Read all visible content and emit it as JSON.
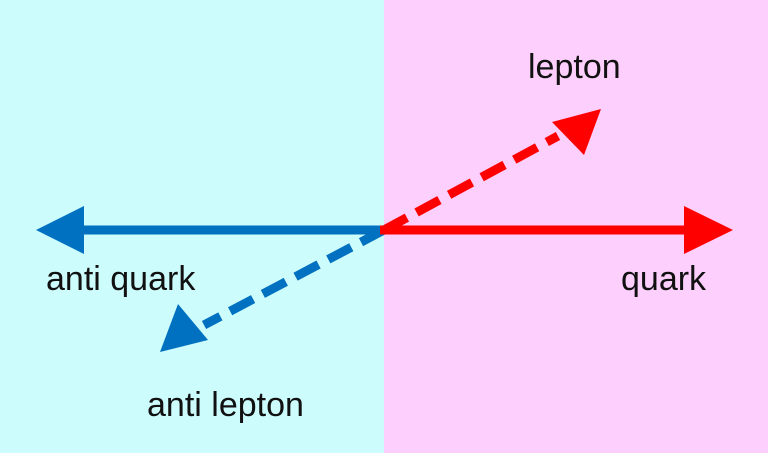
{
  "colors": {
    "left_background": "#ccfcfc",
    "right_background": "#fccffc",
    "particle": "#ff0000",
    "antiparticle": "#0070c0"
  },
  "labels": {
    "lepton": "lepton",
    "quark": "quark",
    "anti_quark": "anti quark",
    "anti_lepton": "anti lepton"
  },
  "arrows": [
    {
      "name": "quark-arrow",
      "color_key": "particle",
      "style": "solid"
    },
    {
      "name": "lepton-arrow",
      "color_key": "particle",
      "style": "dashed"
    },
    {
      "name": "anti-quark-arrow",
      "color_key": "antiparticle",
      "style": "solid"
    },
    {
      "name": "anti-lepton-arrow",
      "color_key": "antiparticle",
      "style": "dashed"
    }
  ]
}
